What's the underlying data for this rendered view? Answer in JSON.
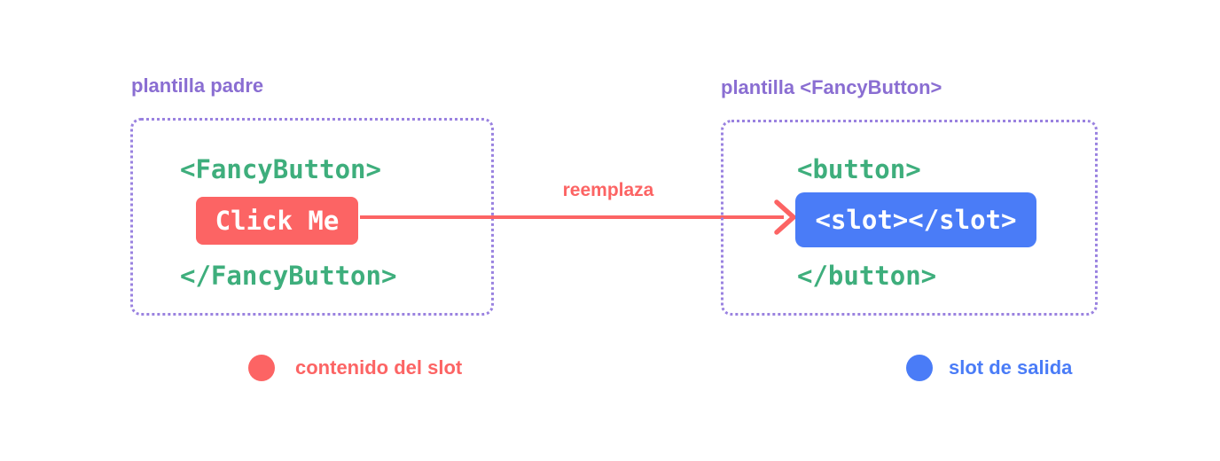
{
  "colors": {
    "background": "#ffffff",
    "purple_text": "#8a6ed2",
    "purple_border": "#9a82e0",
    "green_code": "#3eae7c",
    "red_accent": "#fc6464",
    "blue_accent": "#4a7cf7",
    "chip_text": "#ffffff"
  },
  "left_panel": {
    "title": "plantilla padre",
    "code_open": "<FancyButton>",
    "slot_content_label": "Click Me",
    "code_close": "</FancyButton>"
  },
  "arrow": {
    "label": "reemplaza",
    "direction": "left-to-right"
  },
  "right_panel": {
    "title": "plantilla <FancyButton>",
    "code_open": "<button>",
    "slot_outlet_label": "<slot></slot>",
    "code_close": "</button>"
  },
  "legend": {
    "slot_content": {
      "label": "contenido del slot",
      "color": "#fc6464"
    },
    "slot_outlet": {
      "label": "slot de salida",
      "color": "#4a7cf7"
    }
  }
}
